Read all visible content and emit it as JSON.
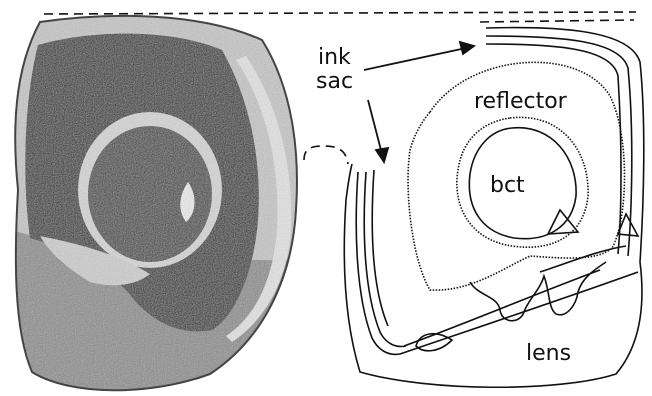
{
  "figure": {
    "labels": {
      "ink": "ink",
      "sac": "sac",
      "reflector": "reflector",
      "bct": "bct",
      "lens": "lens"
    },
    "colors": {
      "ink": "#111111",
      "tissue_dark": "#1f1f1f",
      "tissue_mid": "#7d7d7d",
      "tissue_light": "#bdbdbd",
      "paper": "#ffffff"
    }
  }
}
